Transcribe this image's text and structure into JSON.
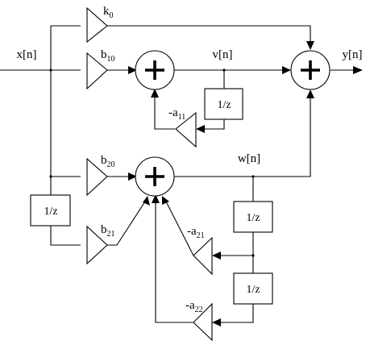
{
  "signals": {
    "input": "x[n]",
    "output": "y[n]",
    "state_v": "v[n]",
    "state_w": "w[n]"
  },
  "gains": {
    "k0": {
      "base": "k",
      "sub": "0"
    },
    "b10": {
      "base": "b",
      "sub": "10"
    },
    "a11": {
      "base": "-a",
      "sub": "11"
    },
    "b20": {
      "base": "b",
      "sub": "20"
    },
    "b21": {
      "base": "b",
      "sub": "21"
    },
    "a21": {
      "base": "-a",
      "sub": "21"
    },
    "a22": {
      "base": "-a",
      "sub": "22"
    }
  },
  "delays": {
    "d1": "1/z",
    "d2": "1/z",
    "d3": "1/z",
    "d4": "1/z"
  }
}
